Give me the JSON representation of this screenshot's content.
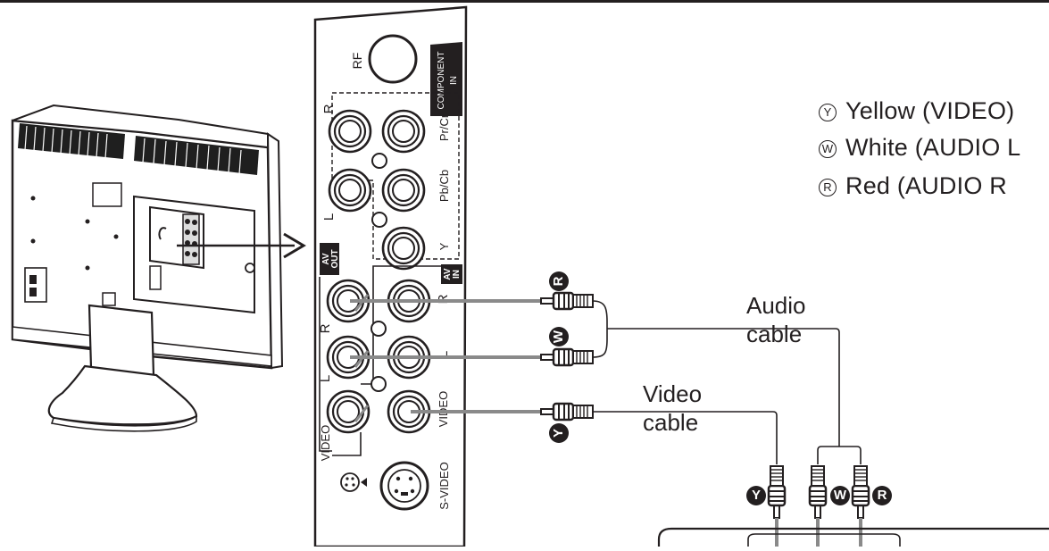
{
  "legend": {
    "items": [
      {
        "code": "Y",
        "text": "Yellow (VIDEO)"
      },
      {
        "code": "W",
        "text": "White (AUDIO L"
      },
      {
        "code": "R",
        "text": "Red (AUDIO R"
      }
    ]
  },
  "cables": {
    "audio_line1": "Audio",
    "audio_line2": "cable",
    "video_line1": "Video",
    "video_line2": "cable"
  },
  "panel": {
    "rf": "RF",
    "component_in_line1": "COMPONENT",
    "component_in_line2": "IN",
    "pr_cr": "Pr/Cr",
    "pb_cb": "Pb/Cb",
    "y": "Y",
    "r_top": "R",
    "l_top": "L",
    "av_out_line1": "AV",
    "av_out_line2": "OUT",
    "av_in_line1": "AV",
    "av_in_line2": "IN",
    "r_out": "R",
    "l_out": "L",
    "video_out": "VIDEO",
    "r_in": "R",
    "l_in": "L",
    "video_in": "VIDEO",
    "svideo": "S-VIDEO"
  },
  "plug_codes": {
    "audio_r": "R",
    "audio_w": "W",
    "video_y": "Y",
    "bottom_y": "Y",
    "bottom_w": "W",
    "bottom_r": "R"
  },
  "colors": {
    "line": "#231f20",
    "cable_gray": "#8a8a8a"
  }
}
